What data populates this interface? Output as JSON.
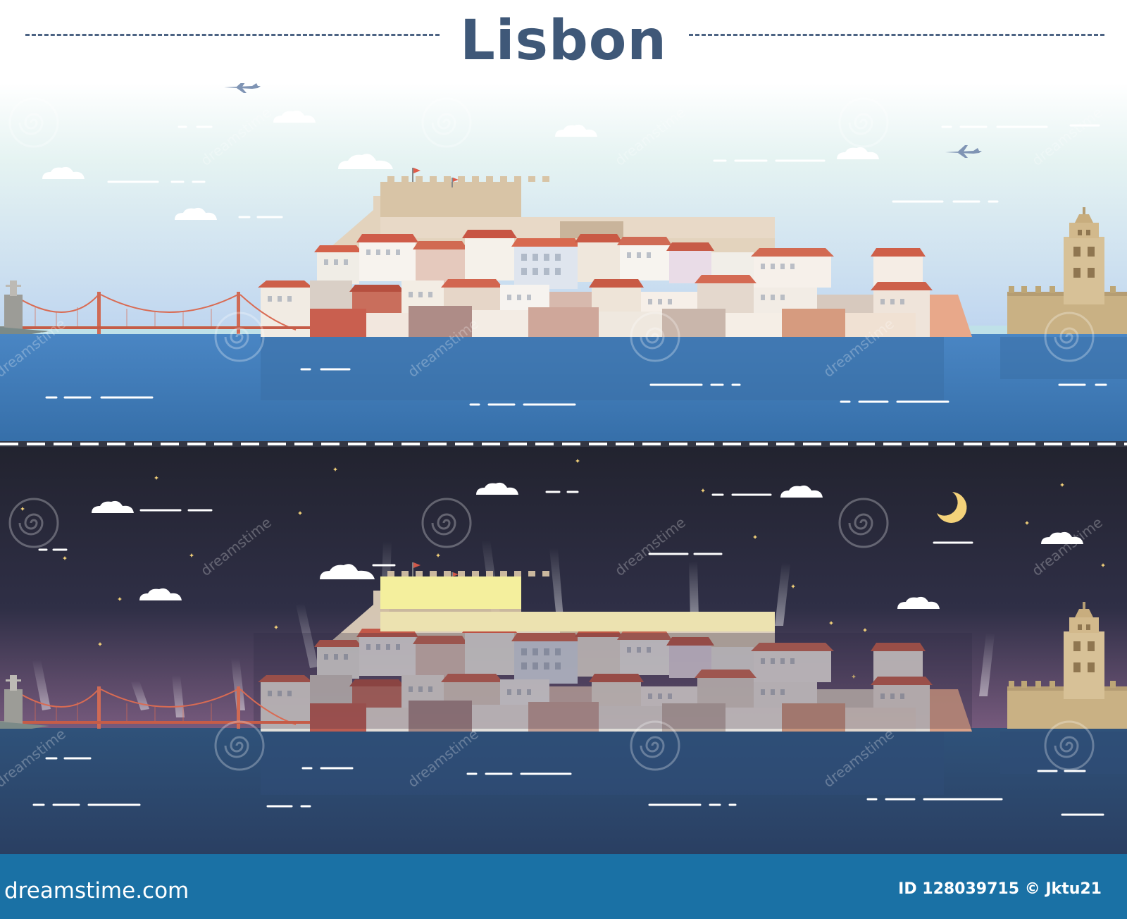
{
  "title": "Lisbon",
  "footer": {
    "brand": "dreamstime.com",
    "id_label": "ID 128039715",
    "copyright": "©",
    "author": "Jktu21"
  },
  "watermark": "dreamstime",
  "colors": {
    "title": "#3f5878",
    "day_sky_top": "#ffffff",
    "day_sky_bottom": "#bcd3ef",
    "day_water": "#3f78b4",
    "night_sky_top": "#22232f",
    "night_sky_bottom": "#7d5e82",
    "night_water": "#2f527a",
    "footer_bg": "#1a71a5",
    "moon": "#f4d27a"
  },
  "scenes": [
    {
      "name": "day",
      "icons": [
        "cloud-icon",
        "airplane-icon",
        "castle-icon",
        "bridge-icon",
        "tower-icon"
      ]
    },
    {
      "name": "night",
      "icons": [
        "cloud-icon",
        "moon-icon",
        "star-icon",
        "castle-icon",
        "bridge-icon",
        "tower-icon"
      ]
    }
  ]
}
